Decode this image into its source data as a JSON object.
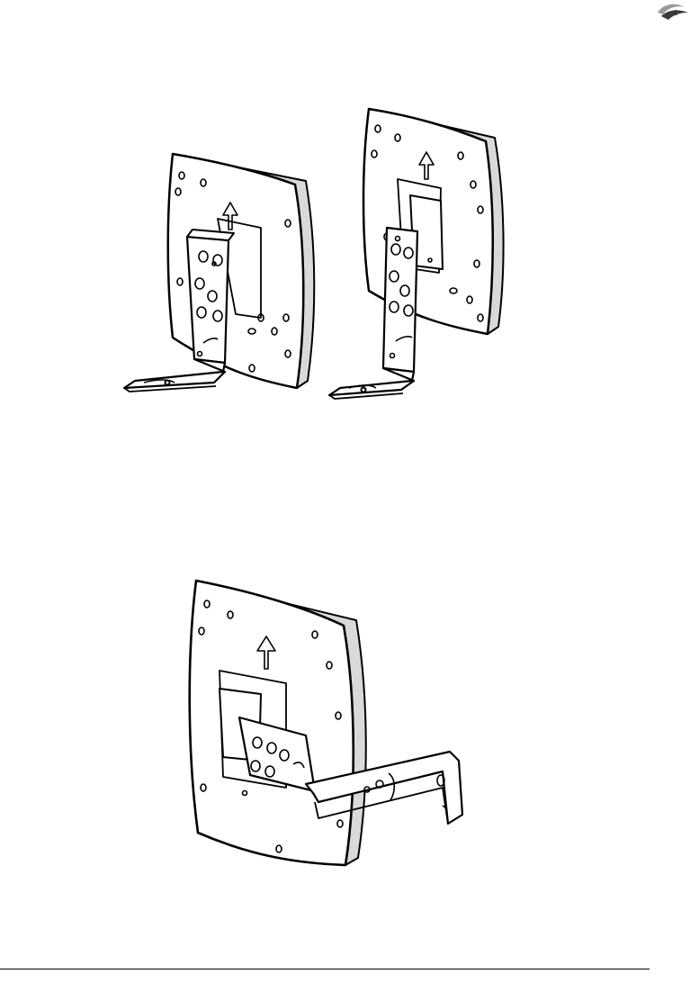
{
  "page": {
    "logo_icon": "swirl-logo-icon",
    "figures": [
      {
        "name": "antenna-pair-vertical-mount",
        "panels": [
          {
            "label": "UP"
          },
          {
            "label": "UP"
          }
        ]
      },
      {
        "name": "antenna-horizontal-mount",
        "panels": [
          {
            "label": "UP"
          }
        ]
      }
    ],
    "colors": {
      "line": "#000000",
      "panel_fill": "#ffffff",
      "shade": "#d9d9d9",
      "logo_dark": "#3a3a3a",
      "logo_light": "#9a9a9a"
    }
  }
}
